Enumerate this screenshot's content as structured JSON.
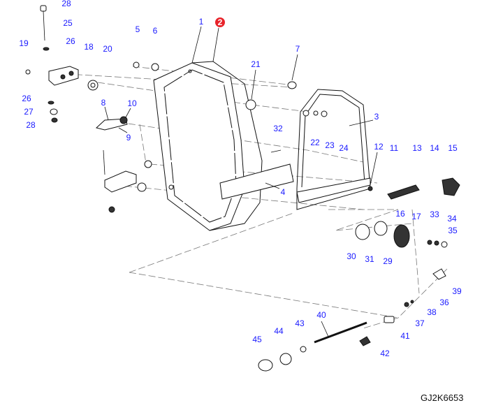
{
  "diagram": {
    "callouts": [
      "28",
      "25",
      "26",
      "19",
      "18",
      "20",
      "5",
      "6",
      "1",
      "2",
      "7",
      "21",
      "26",
      "27",
      "28",
      "8",
      "10",
      "9",
      "3",
      "32",
      "22",
      "23",
      "24",
      "12",
      "11",
      "13",
      "14",
      "15",
      "4",
      "16",
      "17",
      "33",
      "34",
      "35",
      "30",
      "31",
      "29",
      "36",
      "39",
      "38",
      "37",
      "40",
      "41",
      "42",
      "43",
      "44",
      "45"
    ],
    "highlight_color": "#e8232a",
    "drawing_code": "GJ2K6653"
  }
}
